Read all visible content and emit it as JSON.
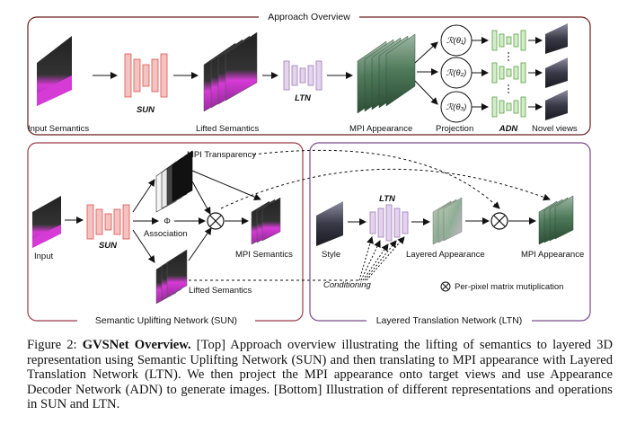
{
  "top_panel": {
    "title": "Approach Overview",
    "labels": {
      "input_semantics": "Input Semantics",
      "sun": "SUN",
      "lifted_semantics": "Lifted Semantics",
      "ltn": "LTN",
      "mpi_appearance": "MPI Appearance",
      "projection": "Projection",
      "adn": "ADN",
      "novel_views": "Novel views",
      "r1": "ℛ(θ₁)",
      "r2": "ℛ(θ₂)",
      "r3": "ℛ(θ₃)"
    }
  },
  "sun_panel": {
    "title": "Semantic Uplifting Network (SUN)",
    "labels": {
      "input": "Input",
      "sun": "SUN",
      "mpi_transparency": "MPI Transparency",
      "phi": "Φ",
      "association": "Association",
      "mpi_semantics": "MPI Semantics",
      "lifted_semantics": "Lifted Semantics"
    }
  },
  "ltn_panel": {
    "title": "Layered Translation Network (LTN)",
    "labels": {
      "ltn": "LTN",
      "style": "Style",
      "layered_appearance": "Layered Appearance",
      "mpi_appearance": "MPI Appearance",
      "conditioning": "Conditioning",
      "legend_symbol": "⊗",
      "legend_text": "Per-pixel matrix mutiplication"
    }
  },
  "caption": {
    "figure_label": "Figure 2:",
    "bold_title": "GVSNet Overview.",
    "body": "[Top] Approach overview illustrating the lifting of semantics to layered 3D representation using Semantic Uplifting Network (SUN) and then translating to MPI appearance with Layered Translation Network (LTN). We then project the MPI appearance onto target views and use Appearance Decoder Network (ADN) to generate images. [Bottom] Illustration of different representations and operations in SUN and LTN."
  },
  "colors": {
    "top_border": "#6b1f1f",
    "sun_border": "#9c3a4a",
    "ltn_border": "#7a4a8a",
    "sun_block": "#f4c2c0",
    "sun_block_edge": "#d9534f",
    "ltn_block": "#e3d3ee",
    "ltn_block_edge": "#a07ab8",
    "adn_block": "#d4edc9",
    "adn_block_edge": "#5ca04a",
    "semantic_magenta": "#d63bd6",
    "mpi_green": "#3f6b4a"
  }
}
